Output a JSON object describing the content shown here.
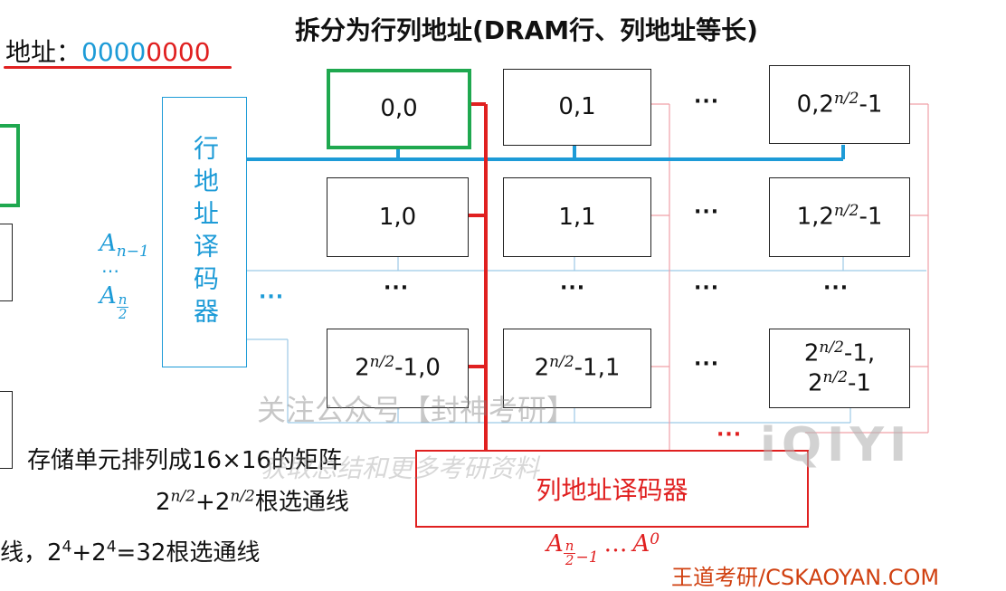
{
  "title": "拆分为行列地址(DRAM行、列地址等长)",
  "address": {
    "label": "地址：",
    "value_blue": "0000",
    "value_red": "0000"
  },
  "cells": {
    "r0c0": "0,0",
    "r0c1": "0,1",
    "r0cN_base": "0,2",
    "r0cN_exp": "n/2",
    "r0cN_tail": "-1",
    "r1c0": "1,0",
    "r1c1": "1,1",
    "r1cN_base": "1,2",
    "r1cN_exp": "n/2",
    "r1cN_tail": "-1",
    "rNc0_base": "2",
    "rNc0_exp": "n/2",
    "rNc0_tail": "-1,0",
    "rNc1_base": "2",
    "rNc1_exp": "n/2",
    "rNc1_tail": "-1,1",
    "rNcN_line1_base": "2",
    "rNcN_line1_exp": "n/2",
    "rNcN_line1_tail": "-1,",
    "rNcN_line2_base": "2",
    "rNcN_line2_exp": "n/2",
    "rNcN_line2_tail": "-1"
  },
  "ellipsis": "···",
  "row_decoder": {
    "label": "行地址译码器",
    "input_top_base": "A",
    "input_top_sub": "n−1",
    "input_dots": "…",
    "input_bottom_base": "A",
    "input_bottom_sub_num": "n",
    "input_bottom_sub_den": "2"
  },
  "col_decoder": {
    "label": "列地址译码器",
    "input_left_base": "A",
    "input_left_sub_num": "n",
    "input_left_sub_den": "2",
    "input_left_sub_tail": "−1",
    "input_dots": "…",
    "input_right_base": "A",
    "input_right_sub": "0"
  },
  "notes": {
    "matrix": "存储单元排列成16×16的矩阵",
    "lines_formula_a": "2",
    "lines_formula_exp_a": "n/2",
    "lines_formula_b": "+2",
    "lines_formula_exp_b": "n/2",
    "lines_formula_tail": "根选通线",
    "example_prefix": "线，2",
    "example_exp_a": "4",
    "example_mid": "+2",
    "example_exp_b": "4",
    "example_tail": "=32根选通线"
  },
  "watermarks": {
    "follow": "关注公众号【封神考研】",
    "more": "获取总结和更多考研资料",
    "iqiyi": "iQIYI"
  },
  "brand": "王道考研/CSKAOYAN.COM",
  "colors": {
    "row_select": "#1d9bd7",
    "col_select": "#e02020",
    "selected_cell": "#1fa84f"
  }
}
